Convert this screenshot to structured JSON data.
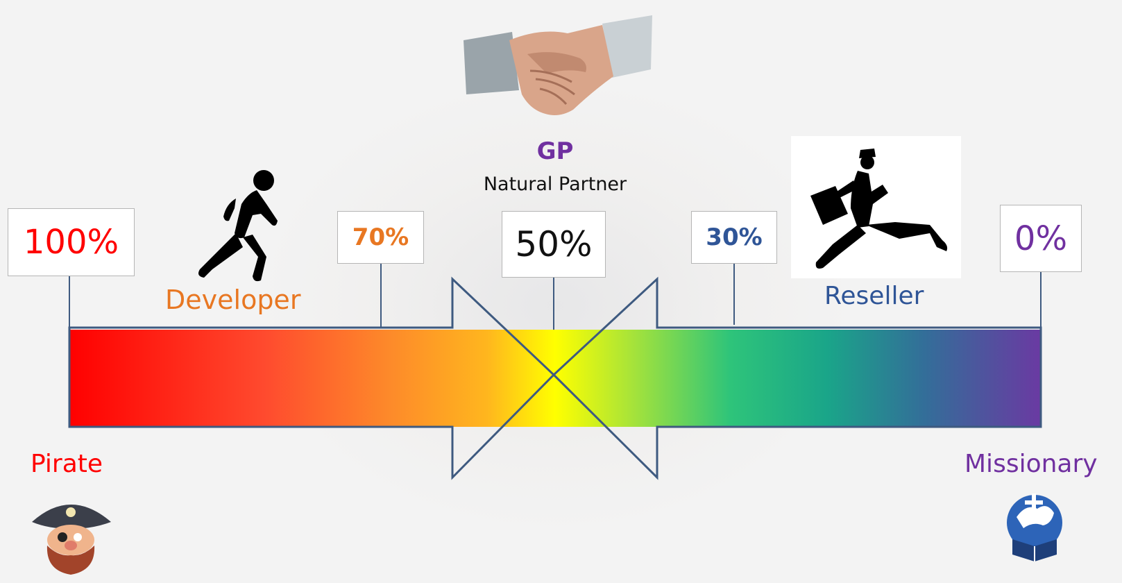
{
  "center": {
    "abbr": "GP",
    "subtitle": "Natural Partner",
    "percent": "50%"
  },
  "left_end": {
    "percent": "100%",
    "label": "Pirate"
  },
  "developer": {
    "percent": "70%",
    "label": "Developer"
  },
  "reseller": {
    "percent": "30%",
    "label": "Reseller"
  },
  "right_end": {
    "percent": "0%",
    "label": "Missionary"
  },
  "colors": {
    "pirate": "#ff0000",
    "developer": "#e87722",
    "gp": "#7030a0",
    "reseller": "#2f5597",
    "missionary": "#7030a0",
    "outline": "#3e5a80"
  },
  "icons": {
    "top": "handshake-icon",
    "developer": "running-man-icon",
    "reseller": "businessman-with-briefcase-icon",
    "left_end": "pirate-icon",
    "right_end": "missionary-globe-icon"
  }
}
